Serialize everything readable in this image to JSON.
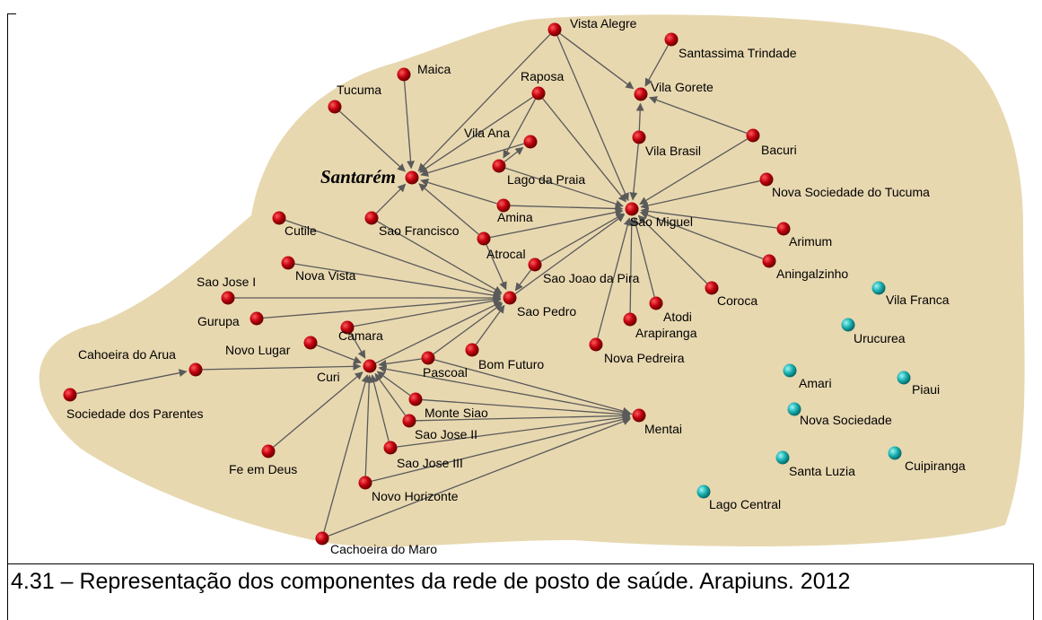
{
  "caption": "4.31 – Representação dos componentes da rede de posto de saúde. Arapiuns. 2012",
  "colors": {
    "background_region": "#e8d8b0",
    "connected_node": "#b0000e",
    "isolated_node": "#1ab0b0",
    "edge": "#5a5a5a",
    "highlight_label": "#8b0000"
  },
  "nodes": [
    {
      "id": "santarem",
      "label": "Santarém",
      "group": "connected",
      "highlight": true
    },
    {
      "id": "vista_alegre",
      "label": "Vista Alegre",
      "group": "connected"
    },
    {
      "id": "santassima",
      "label": "Santassima Trindade",
      "group": "connected"
    },
    {
      "id": "vila_gorete",
      "label": "Vila Gorete",
      "group": "connected"
    },
    {
      "id": "maica",
      "label": "Maica",
      "group": "connected"
    },
    {
      "id": "tucuma",
      "label": "Tucuma",
      "group": "connected"
    },
    {
      "id": "raposa",
      "label": "Raposa",
      "group": "connected"
    },
    {
      "id": "vila_ana",
      "label": "Vila Ana",
      "group": "connected"
    },
    {
      "id": "lago_praia",
      "label": "Lago da Praia",
      "group": "connected"
    },
    {
      "id": "vila_brasil",
      "label": "Vila Brasil",
      "group": "connected"
    },
    {
      "id": "bacuri",
      "label": "Bacuri",
      "group": "connected"
    },
    {
      "id": "nova_soc_tucuma",
      "label": "Nova Sociedade do Tucuma",
      "group": "connected"
    },
    {
      "id": "sao_miguel",
      "label": "Sao Miguel",
      "group": "connected"
    },
    {
      "id": "amina",
      "label": "Amina",
      "group": "connected"
    },
    {
      "id": "arimum",
      "label": "Arimum",
      "group": "connected"
    },
    {
      "id": "aningalzinho",
      "label": "Aningalzinho",
      "group": "connected"
    },
    {
      "id": "cutile",
      "label": "Cutile",
      "group": "connected"
    },
    {
      "id": "sao_francisco",
      "label": "Sao Francisco",
      "group": "connected"
    },
    {
      "id": "atrocal",
      "label": "Atrocal",
      "group": "connected"
    },
    {
      "id": "sao_joao_pira",
      "label": "Sao Joao da Pira",
      "group": "connected"
    },
    {
      "id": "nova_vista",
      "label": "Nova Vista",
      "group": "connected"
    },
    {
      "id": "sao_jose_i",
      "label": "Sao Jose I",
      "group": "connected"
    },
    {
      "id": "sao_pedro",
      "label": "Sao Pedro",
      "group": "connected"
    },
    {
      "id": "gurupa",
      "label": "Gurupa",
      "group": "connected"
    },
    {
      "id": "coroca",
      "label": "Coroca",
      "group": "connected"
    },
    {
      "id": "atodi",
      "label": "Atodi",
      "group": "connected"
    },
    {
      "id": "arapiranga",
      "label": "Arapiranga",
      "group": "connected"
    },
    {
      "id": "camara",
      "label": "Camara",
      "group": "connected"
    },
    {
      "id": "novo_lugar",
      "label": "Novo Lugar",
      "group": "connected"
    },
    {
      "id": "nova_pedreira",
      "label": "Nova Pedreira",
      "group": "connected"
    },
    {
      "id": "cachoeira_arua",
      "label": "Cahoeira do Arua",
      "group": "connected"
    },
    {
      "id": "bom_futuro",
      "label": "Bom Futuro",
      "group": "connected"
    },
    {
      "id": "curi",
      "label": "Curi",
      "group": "connected"
    },
    {
      "id": "pascoal",
      "label": "Pascoal",
      "group": "connected"
    },
    {
      "id": "soc_parentes",
      "label": "Sociedade dos Parentes",
      "group": "connected"
    },
    {
      "id": "monte_siao",
      "label": "Monte Siao",
      "group": "connected"
    },
    {
      "id": "mentai",
      "label": "Mentai",
      "group": "connected"
    },
    {
      "id": "sao_jose_ii",
      "label": "Sao Jose II",
      "group": "connected"
    },
    {
      "id": "fe_em_deus",
      "label": "Fe em Deus",
      "group": "connected"
    },
    {
      "id": "sao_jose_iii",
      "label": "Sao Jose III",
      "group": "connected"
    },
    {
      "id": "novo_horizonte",
      "label": "Novo Horizonte",
      "group": "connected"
    },
    {
      "id": "cachoeira_maro",
      "label": "Cachoeira do Maro",
      "group": "connected"
    },
    {
      "id": "vila_franca",
      "label": "Vila Franca",
      "group": "isolated"
    },
    {
      "id": "urucurea",
      "label": "Urucurea",
      "group": "isolated"
    },
    {
      "id": "amari",
      "label": "Amari",
      "group": "isolated"
    },
    {
      "id": "piaui",
      "label": "Piaui",
      "group": "isolated"
    },
    {
      "id": "nova_sociedade",
      "label": "Nova Sociedade",
      "group": "isolated"
    },
    {
      "id": "santa_luzia",
      "label": "Santa Luzia",
      "group": "isolated"
    },
    {
      "id": "cuipiranga",
      "label": "Cuipiranga",
      "group": "isolated"
    },
    {
      "id": "lago_central",
      "label": "Lago Central",
      "group": "isolated"
    }
  ],
  "edges": [
    [
      "vista_alegre",
      "santarem"
    ],
    [
      "vista_alegre",
      "vila_gorete"
    ],
    [
      "vista_alegre",
      "sao_miguel"
    ],
    [
      "santassima",
      "vila_gorete"
    ],
    [
      "bacuri",
      "vila_gorete"
    ],
    [
      "vila_brasil",
      "vila_gorete"
    ],
    [
      "maica",
      "santarem"
    ],
    [
      "tucuma",
      "santarem"
    ],
    [
      "raposa",
      "santarem"
    ],
    [
      "raposa",
      "lago_praia"
    ],
    [
      "raposa",
      "sao_miguel"
    ],
    [
      "vila_ana",
      "santarem"
    ],
    [
      "lago_praia",
      "vila_ana"
    ],
    [
      "lago_praia",
      "sao_miguel"
    ],
    [
      "amina",
      "santarem"
    ],
    [
      "sao_francisco",
      "santarem"
    ],
    [
      "atrocal",
      "santarem"
    ],
    [
      "atrocal",
      "sao_miguel"
    ],
    [
      "vila_brasil",
      "sao_miguel"
    ],
    [
      "bacuri",
      "sao_miguel"
    ],
    [
      "nova_soc_tucuma",
      "sao_miguel"
    ],
    [
      "amina",
      "sao_miguel"
    ],
    [
      "arimum",
      "sao_miguel"
    ],
    [
      "aningalzinho",
      "sao_miguel"
    ],
    [
      "coroca",
      "sao_miguel"
    ],
    [
      "atodi",
      "sao_miguel"
    ],
    [
      "arapiranga",
      "sao_miguel"
    ],
    [
      "nova_pedreira",
      "sao_miguel"
    ],
    [
      "sao_joao_pira",
      "sao_miguel"
    ],
    [
      "cutile",
      "sao_pedro"
    ],
    [
      "nova_vista",
      "sao_pedro"
    ],
    [
      "sao_jose_i",
      "sao_pedro"
    ],
    [
      "gurupa",
      "sao_pedro"
    ],
    [
      "sao_francisco",
      "sao_pedro"
    ],
    [
      "atrocal",
      "sao_pedro"
    ],
    [
      "sao_joao_pira",
      "sao_pedro"
    ],
    [
      "camara",
      "sao_pedro"
    ],
    [
      "bom_futuro",
      "sao_pedro"
    ],
    [
      "pascoal",
      "sao_pedro"
    ],
    [
      "curi",
      "sao_pedro"
    ],
    [
      "sao_pedro",
      "sao_miguel"
    ],
    [
      "cachoeira_arua",
      "curi"
    ],
    [
      "soc_parentes",
      "cachoeira_arua"
    ],
    [
      "novo_lugar",
      "curi"
    ],
    [
      "camara",
      "curi"
    ],
    [
      "pascoal",
      "curi"
    ],
    [
      "monte_siao",
      "curi"
    ],
    [
      "sao_jose_ii",
      "curi"
    ],
    [
      "sao_jose_iii",
      "curi"
    ],
    [
      "novo_horizonte",
      "curi"
    ],
    [
      "cachoeira_maro",
      "curi"
    ],
    [
      "fe_em_deus",
      "curi"
    ],
    [
      "mentai",
      "curi"
    ],
    [
      "pascoal",
      "mentai"
    ],
    [
      "monte_siao",
      "mentai"
    ],
    [
      "sao_jose_ii",
      "mentai"
    ],
    [
      "sao_jose_iii",
      "mentai"
    ],
    [
      "novo_horizonte",
      "mentai"
    ],
    [
      "cachoeira_maro",
      "mentai"
    ]
  ]
}
